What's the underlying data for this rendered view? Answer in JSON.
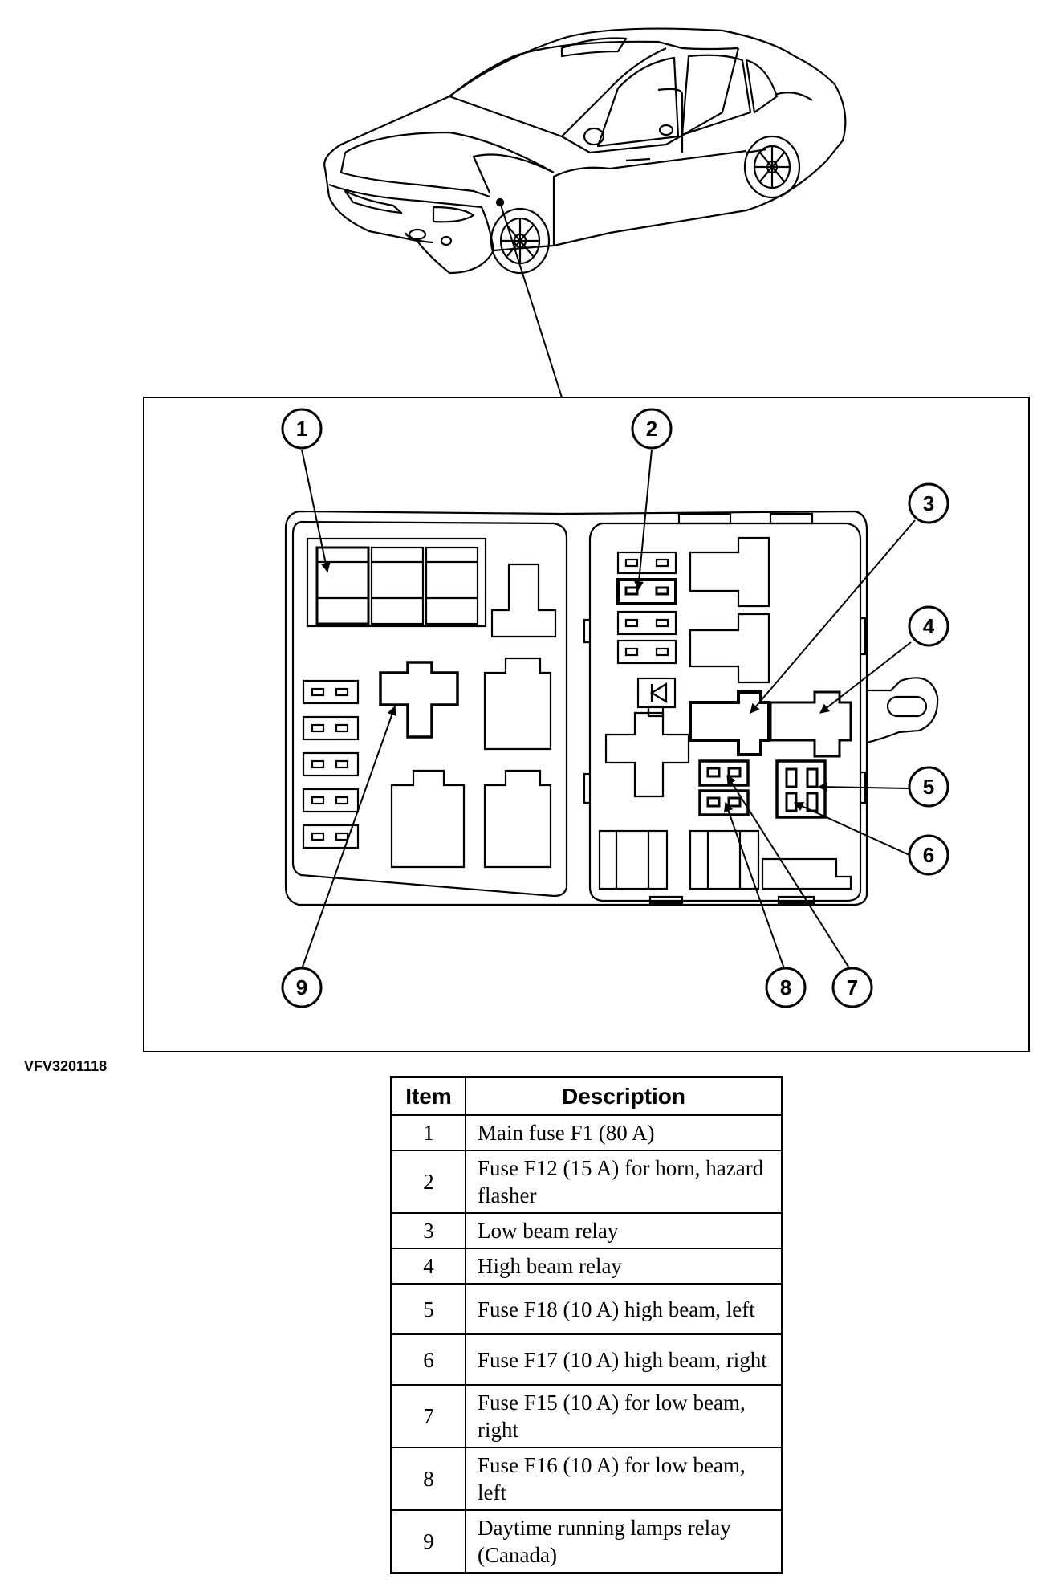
{
  "figure_code": "VFV3201118",
  "callout_labels": [
    "1",
    "2",
    "3",
    "4",
    "5",
    "6",
    "7",
    "8",
    "9"
  ],
  "table": {
    "headers": {
      "item": "Item",
      "description": "Description"
    },
    "rows": [
      {
        "item": "1",
        "description": "Main fuse F1 (80 A)"
      },
      {
        "item": "2",
        "description": "Fuse F12 (15 A) for horn, hazard flasher"
      },
      {
        "item": "3",
        "description": "Low beam relay"
      },
      {
        "item": "4",
        "description": "High beam relay"
      },
      {
        "item": "5",
        "description": "Fuse F18 (10 A) high beam, left"
      },
      {
        "item": "6",
        "description": "Fuse F17 (10 A) high beam, right"
      },
      {
        "item": "7",
        "description": "Fuse F15 (10 A) for low beam, right"
      },
      {
        "item": "8",
        "description": "Fuse F16 (10 A) for low beam, left"
      },
      {
        "item": "9",
        "description": "Daytime running lamps relay (Canada)"
      }
    ]
  },
  "colors": {
    "ink": "#000000",
    "paper": "#ffffff"
  }
}
